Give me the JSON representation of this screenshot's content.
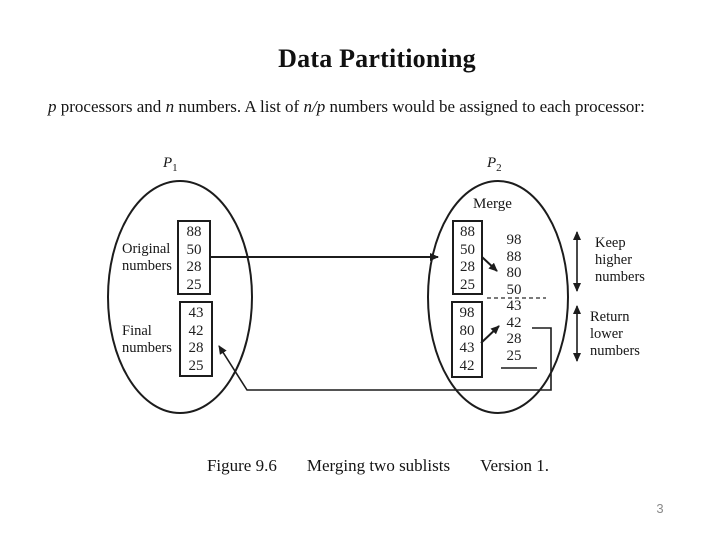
{
  "slide": {
    "title": "Data Partitioning",
    "intro_segments": [
      {
        "text": "p",
        "italic": true
      },
      {
        "text": " processors and ",
        "italic": false
      },
      {
        "text": "n",
        "italic": true
      },
      {
        "text": " numbers. A list of ",
        "italic": false
      },
      {
        "text": "n/p",
        "italic": true
      },
      {
        "text": " numbers would be assigned to each processor:",
        "italic": false
      }
    ],
    "caption": {
      "figure_label": "Figure 9.6",
      "figure_title": "Merging two sublists",
      "version": "Version 1."
    },
    "page_number": "3"
  },
  "diagram": {
    "p1": {
      "name_base": "P",
      "name_sub": "1",
      "original_label": [
        "Original",
        "numbers"
      ],
      "original_numbers": [
        "88",
        "50",
        "28",
        "25"
      ],
      "final_label": [
        "Final",
        "numbers"
      ],
      "final_numbers": [
        "43",
        "42",
        "28",
        "25"
      ]
    },
    "p2": {
      "name_base": "P",
      "name_sub": "2",
      "merge_label": "Merge",
      "received_numbers": [
        "88",
        "50",
        "28",
        "25"
      ],
      "kept_numbers": [
        "98",
        "80",
        "43",
        "42"
      ],
      "merged_list_upper": [
        "98",
        "88",
        "80",
        "50"
      ],
      "merged_list_lower": [
        "43",
        "42",
        "28",
        "25"
      ]
    },
    "side_labels": {
      "keep": [
        "Keep",
        "higher",
        "numbers"
      ],
      "return": [
        "Return",
        "lower",
        "numbers"
      ]
    }
  },
  "colors": {
    "ink": "#1f1f1f",
    "page_number": "#8a8a8a"
  }
}
